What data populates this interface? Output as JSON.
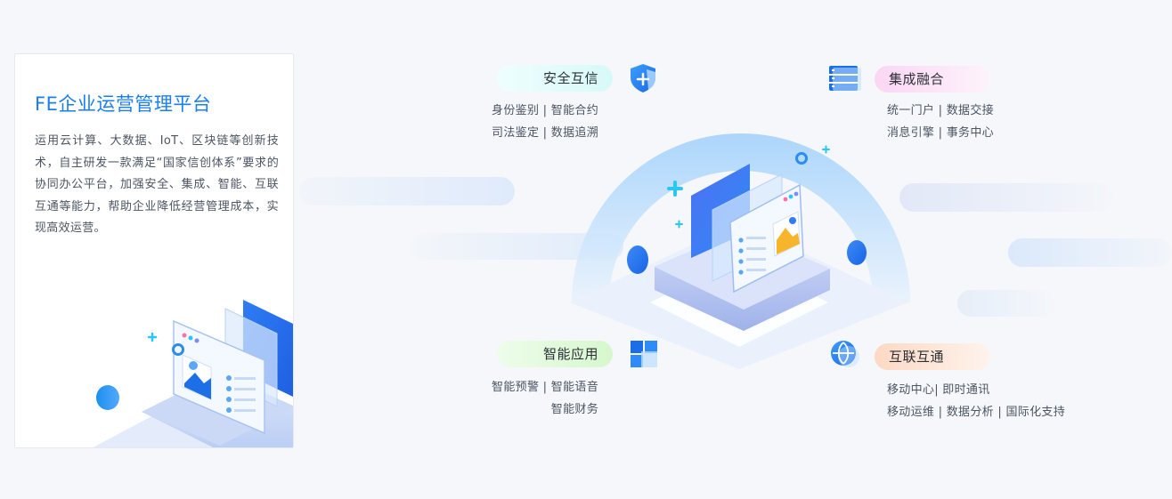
{
  "card": {
    "title": "FE企业运营管理平台",
    "description": "运用云计算、大数据、IoT、区块链等创新技术，自主研发一款满足“国家信创体系”要求的协同办公平台，加强安全、集成、智能、互联互通等能力，帮助企业降低经营管理成本，实现高效运营。"
  },
  "features": {
    "security": {
      "title": "安全互信",
      "icon": "shield-plus-icon",
      "lines": [
        "身份鉴别 | 智能合约",
        "司法鉴定 | 数据追溯"
      ]
    },
    "integration": {
      "title": "集成融合",
      "icon": "server-stack-icon",
      "lines": [
        "统一门户 | 数据交接",
        "消息引擎 | 事务中心"
      ]
    },
    "intelligence": {
      "title": "智能应用",
      "icon": "app-grid-icon",
      "lines": [
        "智能预警 | 智能语音",
        "智能财务"
      ]
    },
    "interconnect": {
      "title": "互联互通",
      "icon": "globe-network-icon",
      "lines": [
        "移动中心| 即时通讯",
        "移动运维 | 数据分析 | 国际化支持"
      ]
    }
  },
  "colors": {
    "brand_blue": "#1b7ef0",
    "pill_security": "#d9fbf9",
    "pill_integration": "#fbe3f7",
    "pill_intelligence": "#dbf8d4",
    "pill_interconnect": "#fde6d6"
  }
}
